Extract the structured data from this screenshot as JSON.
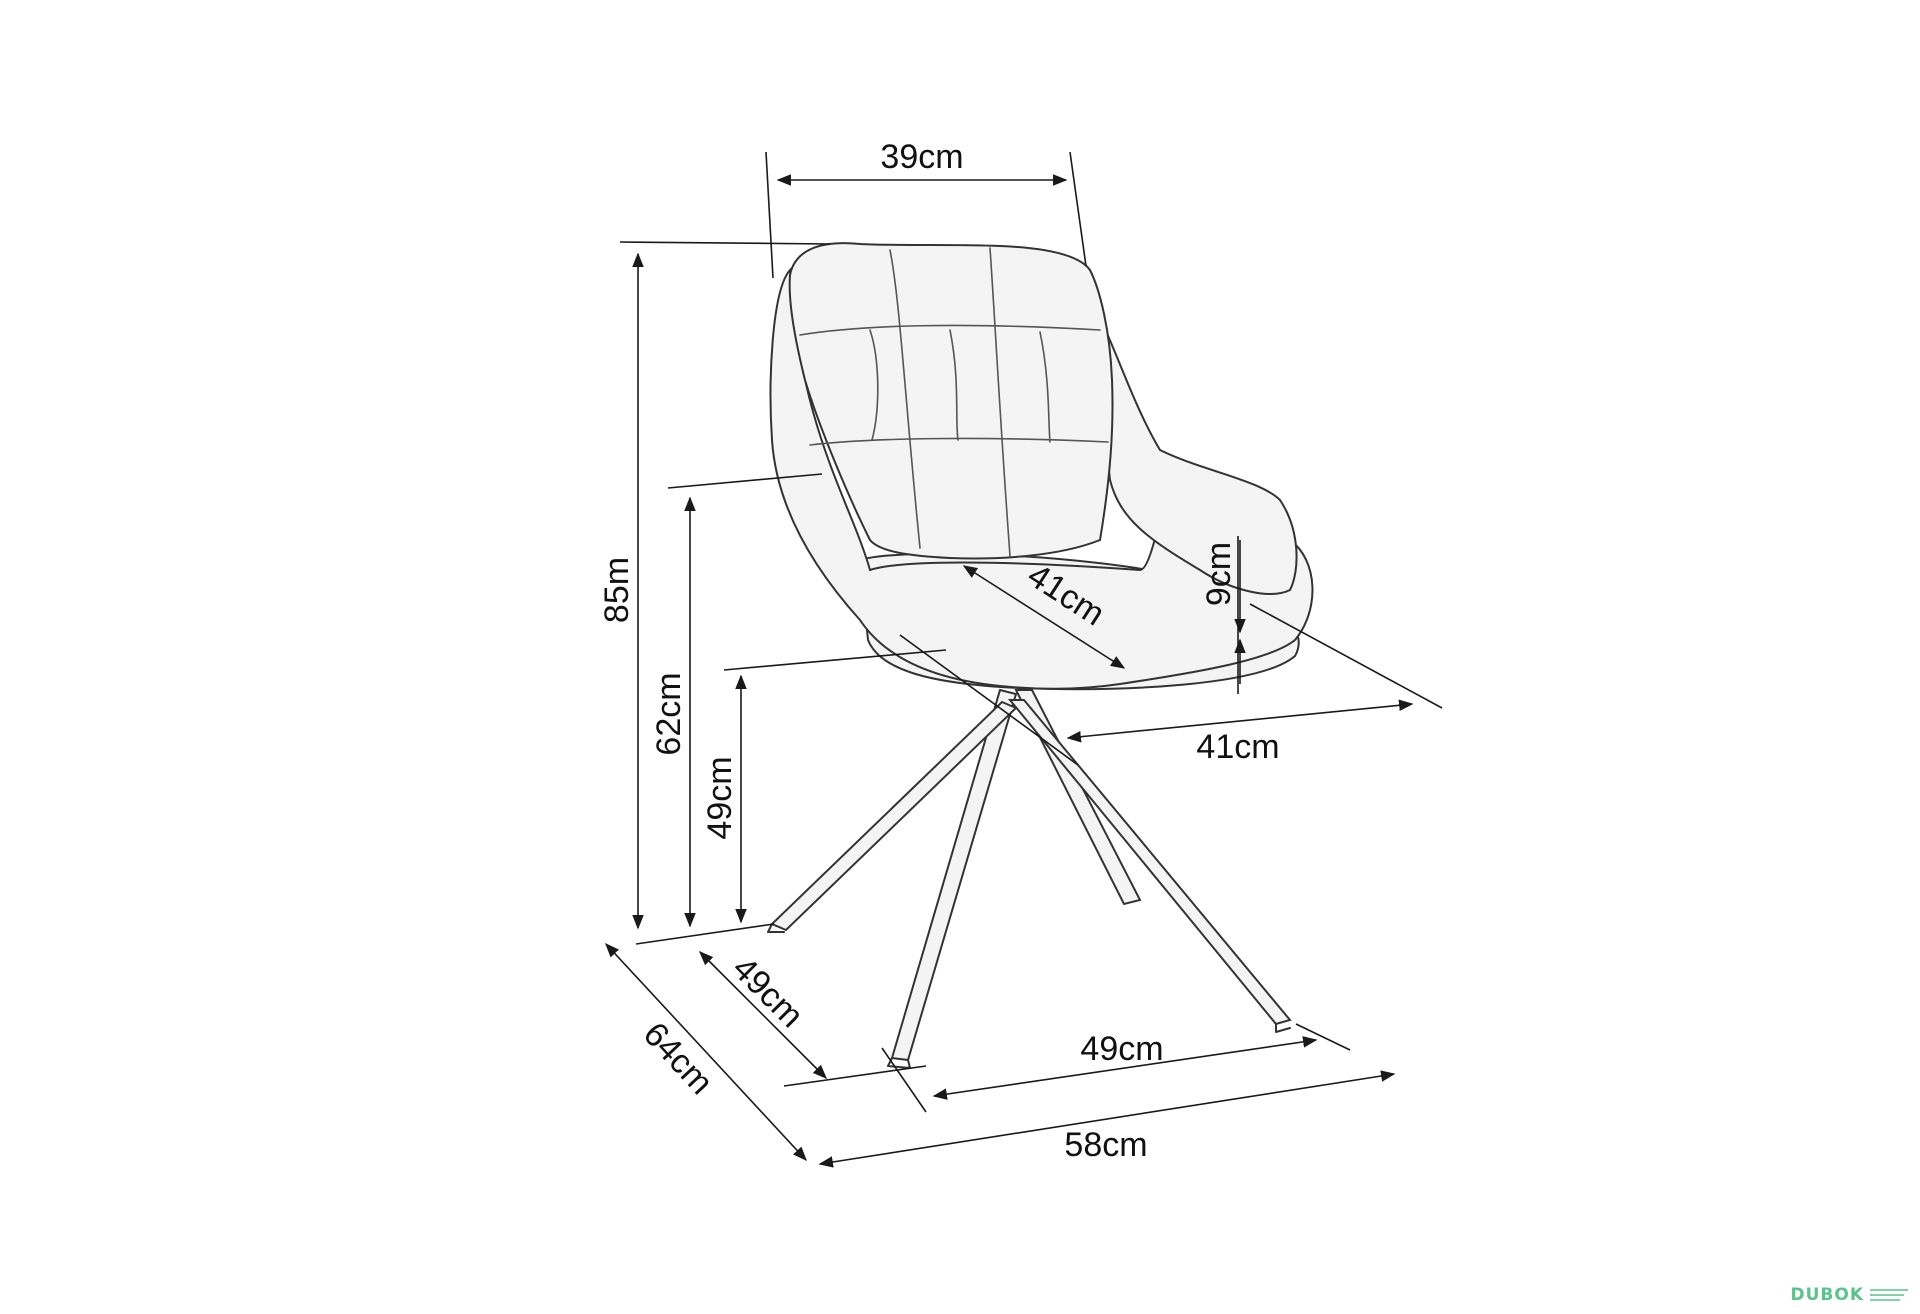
{
  "watermark": "DUBOK",
  "dimensions": {
    "backrest_width": "39cm",
    "total_height": "85m",
    "armrest_height": "62cm",
    "seat_height": "49cm",
    "seat_depth": "41cm",
    "seat_width": "41cm",
    "armrest_offset": "9cm",
    "total_depth": "64cm",
    "base_depth": "49cm",
    "base_width": "49cm",
    "total_width": "58cm"
  }
}
